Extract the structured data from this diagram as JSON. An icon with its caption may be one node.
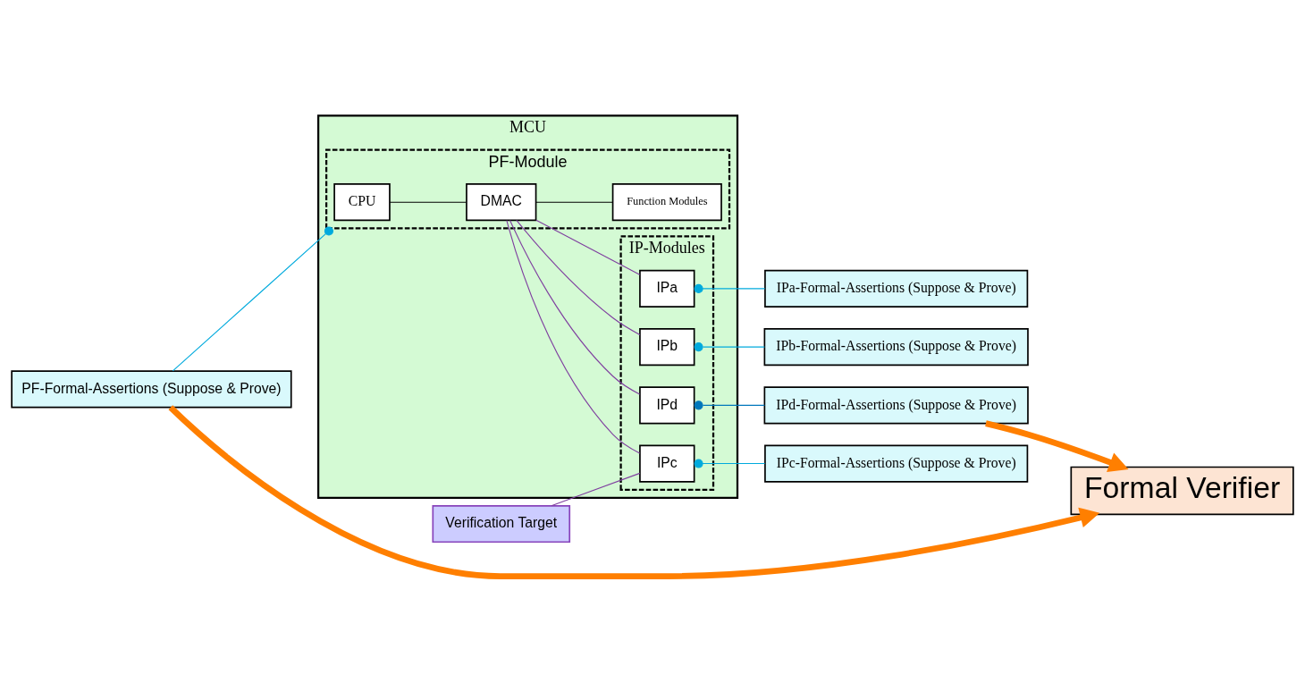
{
  "diagram": {
    "nodes": [
      {
        "text": [
          "MCU"
        ]
      },
      {
        "text": [
          "PF-Module"
        ],
        "in": 0
      },
      {
        "text": [
          "CPU"
        ],
        "in": 1
      },
      {
        "text": [
          "DMAC"
        ],
        "in": 1
      },
      {
        "text": [
          "Function Modules"
        ],
        "in": 1
      },
      {
        "text": [
          "IP-Modules"
        ],
        "in": 0
      },
      {
        "text": [
          "IPa"
        ],
        "in": 5
      },
      {
        "text": [
          "IPb"
        ],
        "in": 5
      },
      {
        "text": [
          "IPc"
        ],
        "in": 5
      },
      {
        "text": [
          "IPd"
        ],
        "in": 5
      },
      {
        "text": [
          "PF-Formal-Assertions (Suppose & Prove)"
        ]
      },
      {
        "text": [
          "IPa-Formal-Assertions (Suppose & Prove)"
        ]
      },
      {
        "text": [
          "IPb-Formal-Assertions (Suppose & Prove)"
        ]
      },
      {
        "text": [
          "IPc-Formal-Assertions (Suppose & Prove)"
        ]
      },
      {
        "text": [
          "IPd-Formal-Assertions (Suppose & Prove)"
        ]
      },
      {
        "text": [
          "Verification Target"
        ]
      },
      {
        "text": [
          "Formal Verifier"
        ]
      }
    ],
    "edges": [
      {
        "from": 2,
        "to": 3,
        "arrow": "none",
        "color": "#000000"
      },
      {
        "from": 3,
        "to": 4,
        "arrow": "none",
        "color": "#000000"
      },
      {
        "from": 3,
        "to": 6,
        "arrow": "none",
        "color": "#7f3f9f"
      },
      {
        "from": 3,
        "to": 7,
        "arrow": "none",
        "color": "#7f3f9f"
      },
      {
        "from": 3,
        "to": 8,
        "arrow": "none",
        "color": "#7f3f9f"
      },
      {
        "from": 3,
        "to": 9,
        "arrow": "none",
        "color": "#7f3f9f"
      },
      {
        "from": 10,
        "to": 1,
        "arrow": "other",
        "color": "#00aadd"
      },
      {
        "from": 11,
        "to": 6,
        "arrow": "other",
        "color": "#00aadd"
      },
      {
        "from": 12,
        "to": 7,
        "arrow": "other",
        "color": "#00aadd"
      },
      {
        "from": 13,
        "to": 8,
        "arrow": "other",
        "color": "#00aadd"
      },
      {
        "from": 14,
        "to": 9,
        "arrow": "other",
        "color": "#0077bb"
      },
      {
        "from": 15,
        "to": 8,
        "arrow": "none",
        "color": "#7f3f9f"
      },
      {
        "from": 10,
        "to": 16,
        "arrow": "to",
        "style": "thick",
        "color": "#ff7f00"
      },
      {
        "from": 14,
        "to": 16,
        "arrow": "to",
        "style": "thick",
        "color": "#ff7f00"
      }
    ]
  }
}
